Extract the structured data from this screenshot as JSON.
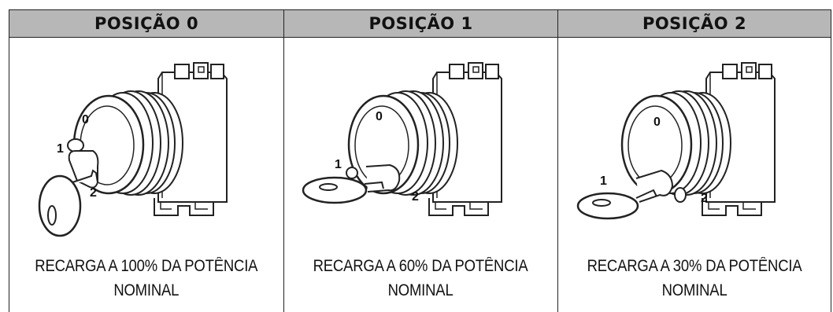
{
  "columns": [
    {
      "header": "POSIÇÃO 0",
      "caption_line1": "RECARGA A 100% DA POTÊNCIA",
      "caption_line2": "NOMINAL",
      "key_position": "0",
      "icon": "key-switch-position-0-icon"
    },
    {
      "header": "POSIÇÃO 1",
      "caption_line1": "RECARGA A 60% DA POTÊNCIA",
      "caption_line2": "NOMINAL",
      "key_position": "1",
      "icon": "key-switch-position-1-icon"
    },
    {
      "header": "POSIÇÃO 2",
      "caption_line1": "RECARGA A 30% DA POTÊNCIA",
      "caption_line2": "NOMINAL",
      "key_position": "2",
      "icon": "key-switch-position-2-icon"
    }
  ],
  "dial_labels": {
    "zero": "0",
    "one": "1",
    "two": "2"
  },
  "colors": {
    "header_bg": "#b7b7b7",
    "border": "#222222"
  }
}
